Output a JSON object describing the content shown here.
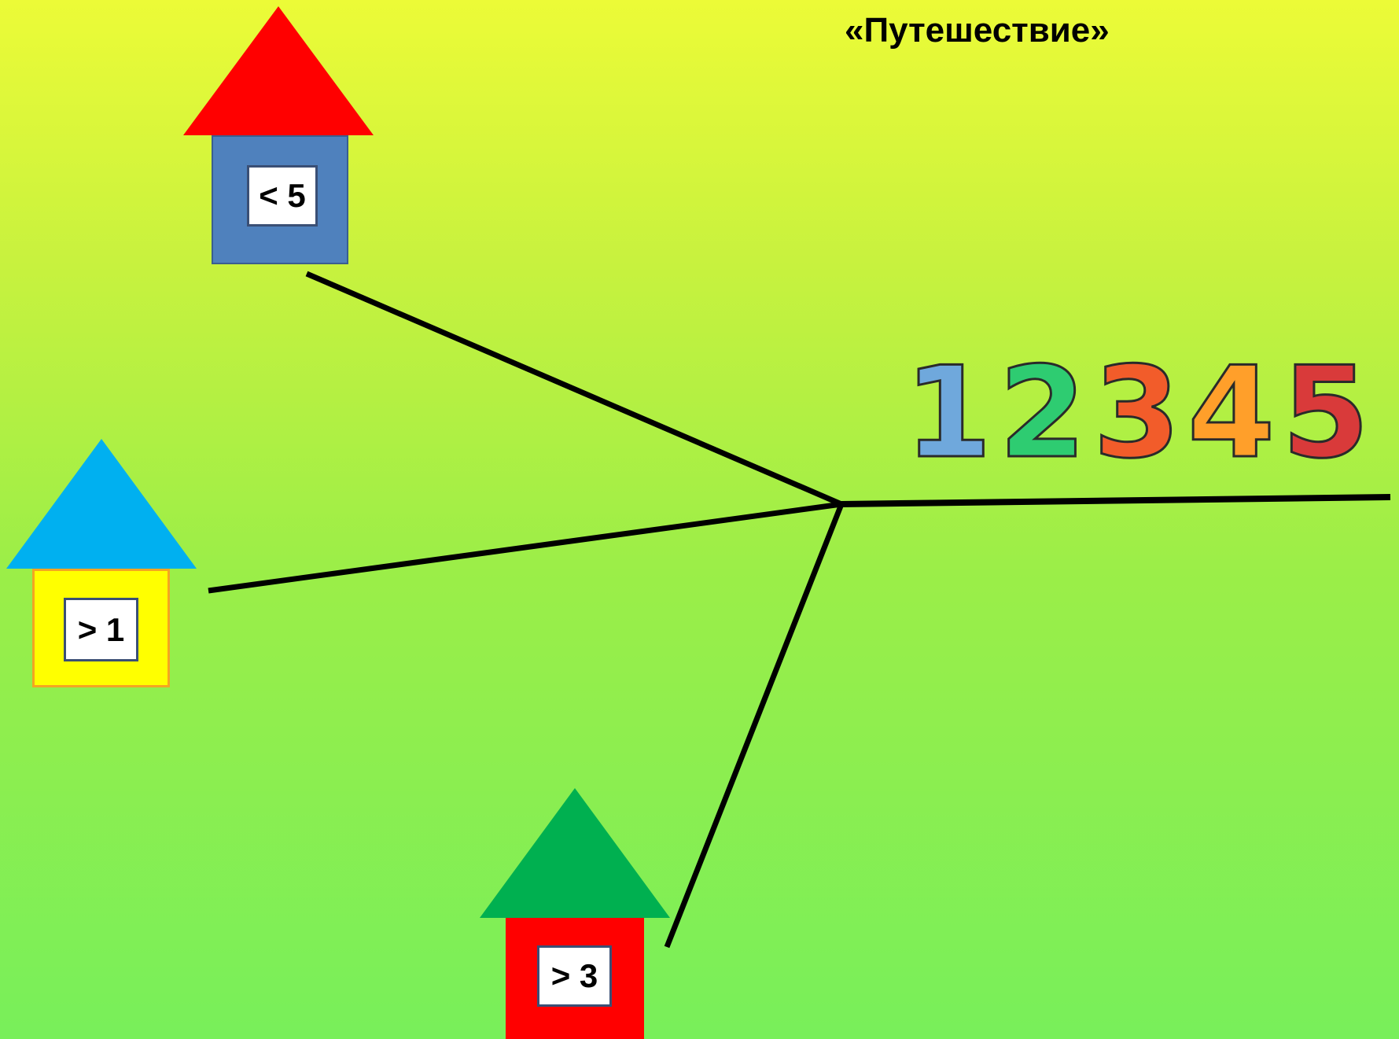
{
  "slide": {
    "title": "«Путешествие»"
  },
  "houses": [
    {
      "roof_color": "#ff0000",
      "wall_color": "#4f81bd",
      "label": "< 5"
    },
    {
      "roof_color": "#00b0f0",
      "wall_color": "#ffff00",
      "label": "> 1"
    },
    {
      "roof_color": "#00b050",
      "wall_color": "#ff0000",
      "label": "> 3"
    }
  ],
  "characters": [
    {
      "digit": "1",
      "color": "#6fa8dc"
    },
    {
      "digit": "2",
      "color": "#2ecc71"
    },
    {
      "digit": "3",
      "color": "#f25c2a"
    },
    {
      "digit": "4",
      "color": "#ff9f2a"
    },
    {
      "digit": "5",
      "color": "#d93a3a"
    }
  ]
}
